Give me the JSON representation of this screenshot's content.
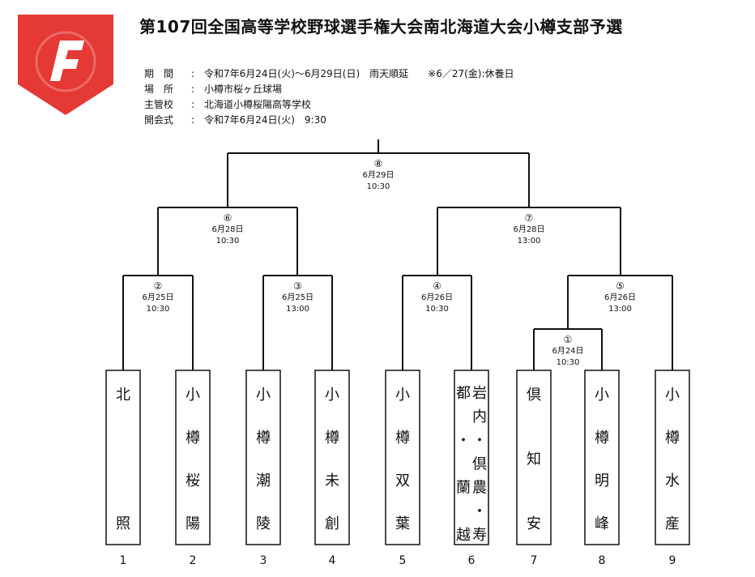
{
  "title": "第107回全国高等学校野球選手権大会南北海道大会小樽支部予選",
  "info": [
    {
      "label": "期　間",
      "value": "令和7年6月24日(火)〜6月29日(日)　雨天順延　　※6／27(金):休養日"
    },
    {
      "label": "場　所",
      "value": "小樽市桜ヶ丘球場"
    },
    {
      "label": "主管校",
      "value": "北海道小樽桜陽高等学校"
    },
    {
      "label": "開会式",
      "value": "令和7年6月24日(火)　9:30"
    }
  ],
  "colon": ":",
  "brand_color": "#e53935",
  "matches": [
    {
      "num": "①",
      "date": "6月24日",
      "time": "10:30"
    },
    {
      "num": "②",
      "date": "6月25日",
      "time": "10:30"
    },
    {
      "num": "③",
      "date": "6月25日",
      "time": "13:00"
    },
    {
      "num": "④",
      "date": "6月26日",
      "time": "10:30"
    },
    {
      "num": "⑤",
      "date": "6月26日",
      "time": "13:00"
    },
    {
      "num": "⑥",
      "date": "6月28日",
      "time": "10:30"
    },
    {
      "num": "⑦",
      "date": "6月28日",
      "time": "13:00"
    },
    {
      "num": "⑧",
      "date": "6月29日",
      "time": "10:30"
    }
  ],
  "teams": [
    {
      "seed": "1",
      "chars": [
        "北",
        "",
        "",
        "照"
      ]
    },
    {
      "seed": "2",
      "chars": [
        "小",
        "樽",
        "桜",
        "陽"
      ]
    },
    {
      "seed": "3",
      "chars": [
        "小",
        "樽",
        "潮",
        "陵"
      ]
    },
    {
      "seed": "4",
      "chars": [
        "小",
        "樽",
        "未",
        "創"
      ]
    },
    {
      "seed": "5",
      "chars": [
        "小",
        "樽",
        "双",
        "葉"
      ]
    },
    {
      "seed": "6",
      "columns": [
        [
          "岩",
          "内",
          "・",
          "倶",
          "農",
          "・",
          "寿"
        ],
        [
          "都",
          "",
          "・",
          "",
          "蘭",
          "",
          "越"
        ]
      ]
    },
    {
      "seed": "7",
      "chars": [
        "倶",
        "知",
        "安"
      ]
    },
    {
      "seed": "8",
      "chars": [
        "小",
        "樽",
        "明",
        "峰"
      ]
    },
    {
      "seed": "9",
      "chars": [
        "小",
        "樽",
        "水",
        "産"
      ]
    }
  ]
}
